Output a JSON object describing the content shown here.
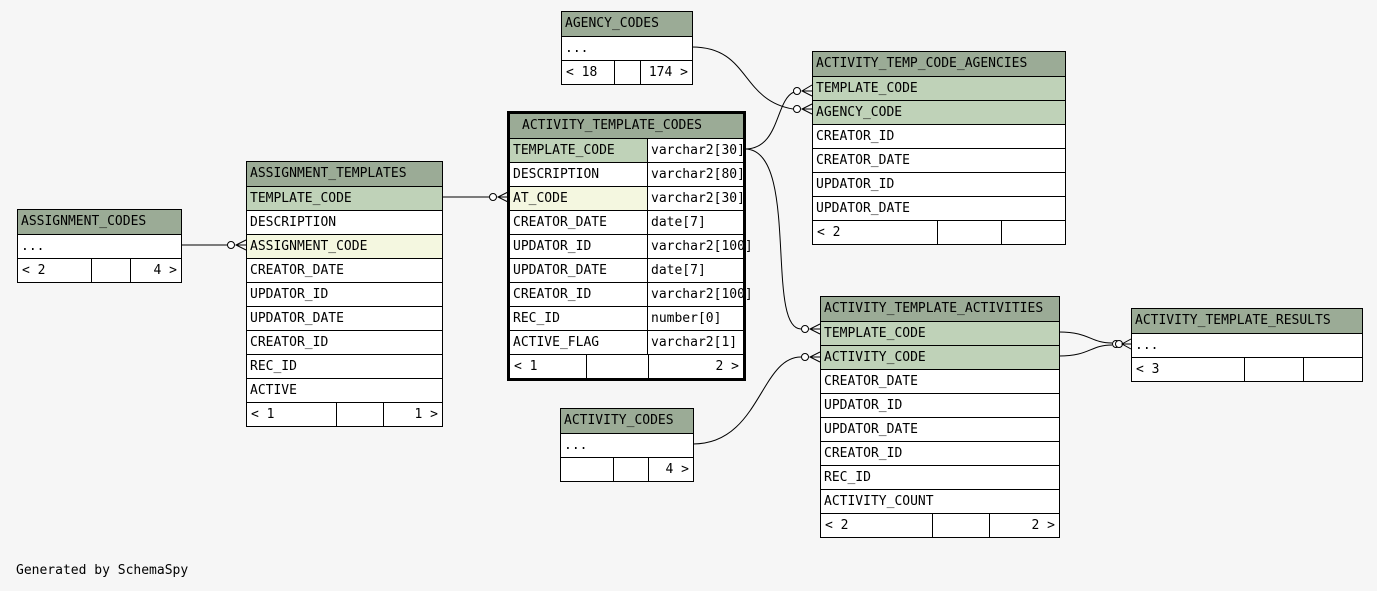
{
  "footer": "Generated by SchemaSpy",
  "colors": {
    "header": "#9bab96",
    "primary_key": "#bfd2b8",
    "foreign_key": "#f4f7e0",
    "background": "#f6f6f6"
  },
  "tables": {
    "agency_codes": {
      "name": "AGENCY_CODES",
      "ellipsis": "...",
      "footer": [
        "< 18",
        "",
        "174 >"
      ]
    },
    "activity_temp_code_agencies": {
      "name": "ACTIVITY_TEMP_CODE_AGENCIES",
      "columns": [
        "TEMPLATE_CODE",
        "AGENCY_CODE",
        "CREATOR_ID",
        "CREATOR_DATE",
        "UPDATOR_ID",
        "UPDATOR_DATE"
      ],
      "footer": [
        "< 2",
        "",
        ""
      ]
    },
    "activity_template_codes": {
      "name": "ACTIVITY_TEMPLATE_CODES",
      "columns": [
        {
          "name": "TEMPLATE_CODE",
          "type": "varchar2[30]"
        },
        {
          "name": "DESCRIPTION",
          "type": "varchar2[80]"
        },
        {
          "name": "AT_CODE",
          "type": "varchar2[30]"
        },
        {
          "name": "CREATOR_DATE",
          "type": "date[7]"
        },
        {
          "name": "UPDATOR_ID",
          "type": "varchar2[100]"
        },
        {
          "name": "UPDATOR_DATE",
          "type": "date[7]"
        },
        {
          "name": "CREATOR_ID",
          "type": "varchar2[100]"
        },
        {
          "name": "REC_ID",
          "type": "number[0]"
        },
        {
          "name": "ACTIVE_FLAG",
          "type": "varchar2[1]"
        }
      ],
      "footer": [
        "< 1",
        "",
        "2 >"
      ]
    },
    "assignment_templates": {
      "name": "ASSIGNMENT_TEMPLATES",
      "columns": [
        "TEMPLATE_CODE",
        "DESCRIPTION",
        "ASSIGNMENT_CODE",
        "CREATOR_DATE",
        "UPDATOR_ID",
        "UPDATOR_DATE",
        "CREATOR_ID",
        "REC_ID",
        "ACTIVE"
      ],
      "footer": [
        "< 1",
        "",
        "1 >"
      ]
    },
    "assignment_codes": {
      "name": "ASSIGNMENT_CODES",
      "ellipsis": "...",
      "footer": [
        "< 2",
        "",
        "4 >"
      ]
    },
    "activity_template_activities": {
      "name": "ACTIVITY_TEMPLATE_ACTIVITIES",
      "columns": [
        "TEMPLATE_CODE",
        "ACTIVITY_CODE",
        "CREATOR_DATE",
        "UPDATOR_ID",
        "UPDATOR_DATE",
        "CREATOR_ID",
        "REC_ID",
        "ACTIVITY_COUNT"
      ],
      "footer": [
        "< 2",
        "",
        "2 >"
      ]
    },
    "activity_template_results": {
      "name": "ACTIVITY_TEMPLATE_RESULTS",
      "ellipsis": "...",
      "footer": [
        "< 3",
        "",
        ""
      ]
    },
    "activity_codes": {
      "name": "ACTIVITY_CODES",
      "ellipsis": "...",
      "footer": [
        "",
        "",
        "4 >"
      ]
    }
  }
}
